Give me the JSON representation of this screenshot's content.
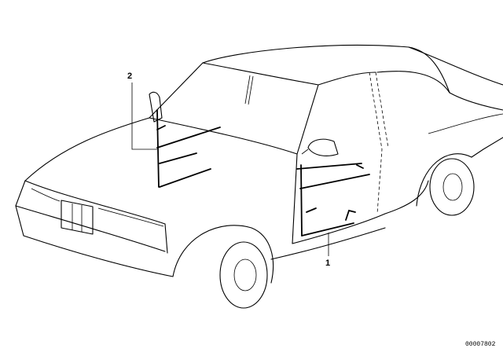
{
  "callouts": [
    {
      "id": "callout-1",
      "text": "1"
    },
    {
      "id": "callout-2",
      "text": "2"
    }
  ],
  "reference_code": "00007802"
}
